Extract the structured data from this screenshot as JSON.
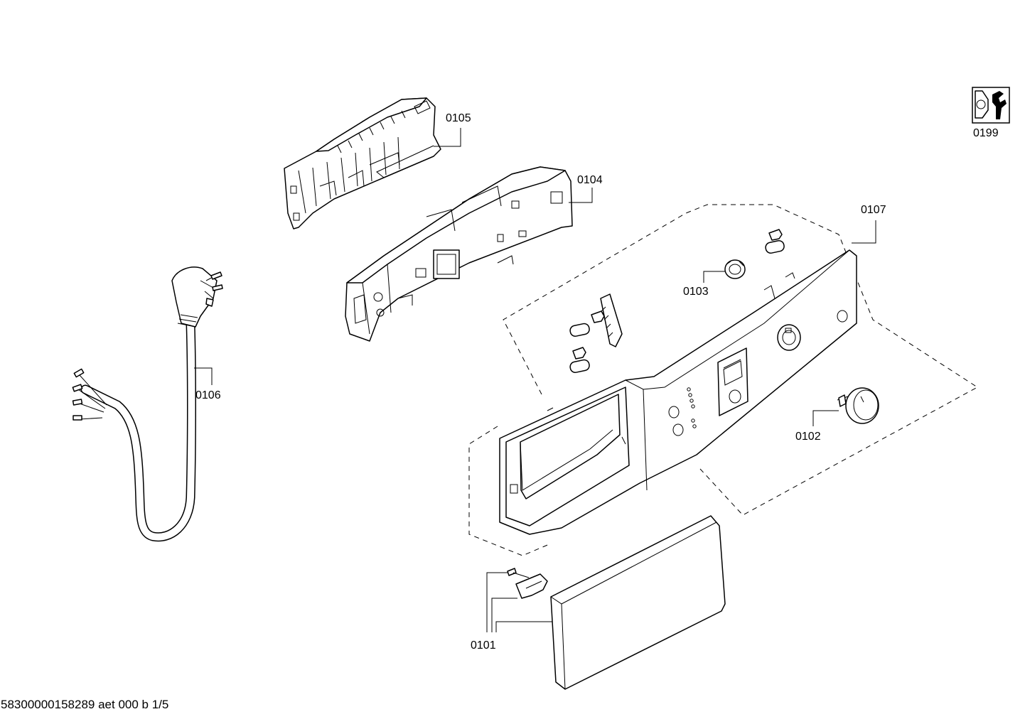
{
  "document_id": "58300000158289 aet 000 b 1/5",
  "callouts": [
    {
      "id": "0105",
      "part": "control-unit-cover"
    },
    {
      "id": "0104",
      "part": "control-module-housing"
    },
    {
      "id": "0107",
      "part": "control-panel-assembly"
    },
    {
      "id": "0103",
      "part": "program-selector-knob-bearing"
    },
    {
      "id": "0106",
      "part": "power-cord-with-plug"
    },
    {
      "id": "0102",
      "part": "rotary-knob"
    },
    {
      "id": "0101",
      "part": "detergent-drawer-handle"
    },
    {
      "id": "0199",
      "part": "service-tool-icon"
    }
  ],
  "labels": {
    "c0105": "0105",
    "c0104": "0104",
    "c0107": "0107",
    "c0103": "0103",
    "c0106": "0106",
    "c0102": "0102",
    "c0101": "0101",
    "c0199": "0199"
  },
  "colors": {
    "line": "#000000",
    "background": "#ffffff"
  }
}
